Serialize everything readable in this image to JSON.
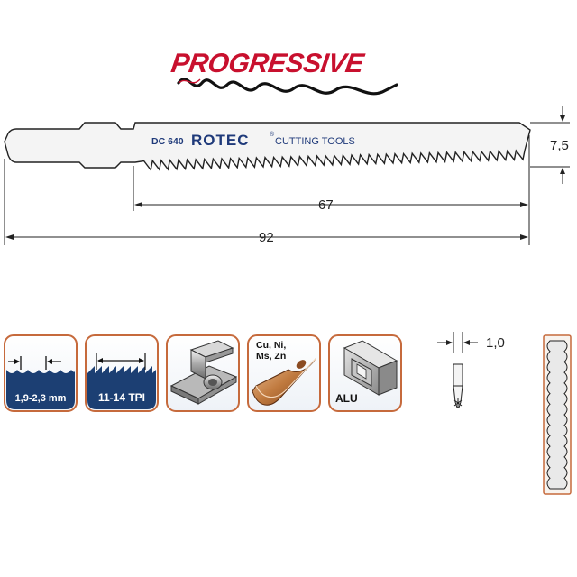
{
  "brand_banner": {
    "text": "PROGRESSIVE",
    "color": "#c8102e"
  },
  "blade": {
    "model": "DC 640",
    "brand": "ROTEC",
    "registered_mark": "®",
    "tagline": "CUTTING TOOLS",
    "fill_color": "#f2f2f2",
    "text_color": "#1f3a7a"
  },
  "dimensions": {
    "width": "7,5",
    "cutting_length": "67",
    "total_length": "92",
    "thickness": "1,0"
  },
  "features": {
    "tooth_spacing": "1,9-2,3 mm",
    "tpi": "11-14 TPI",
    "materials_metals": "Cu, Ni,\nMs, Zn",
    "material_alu": "ALU"
  },
  "colors": {
    "icon_border": "#c66a3c",
    "icon_blue": "#1c3f73",
    "icon_text_light": "#ffffff"
  }
}
